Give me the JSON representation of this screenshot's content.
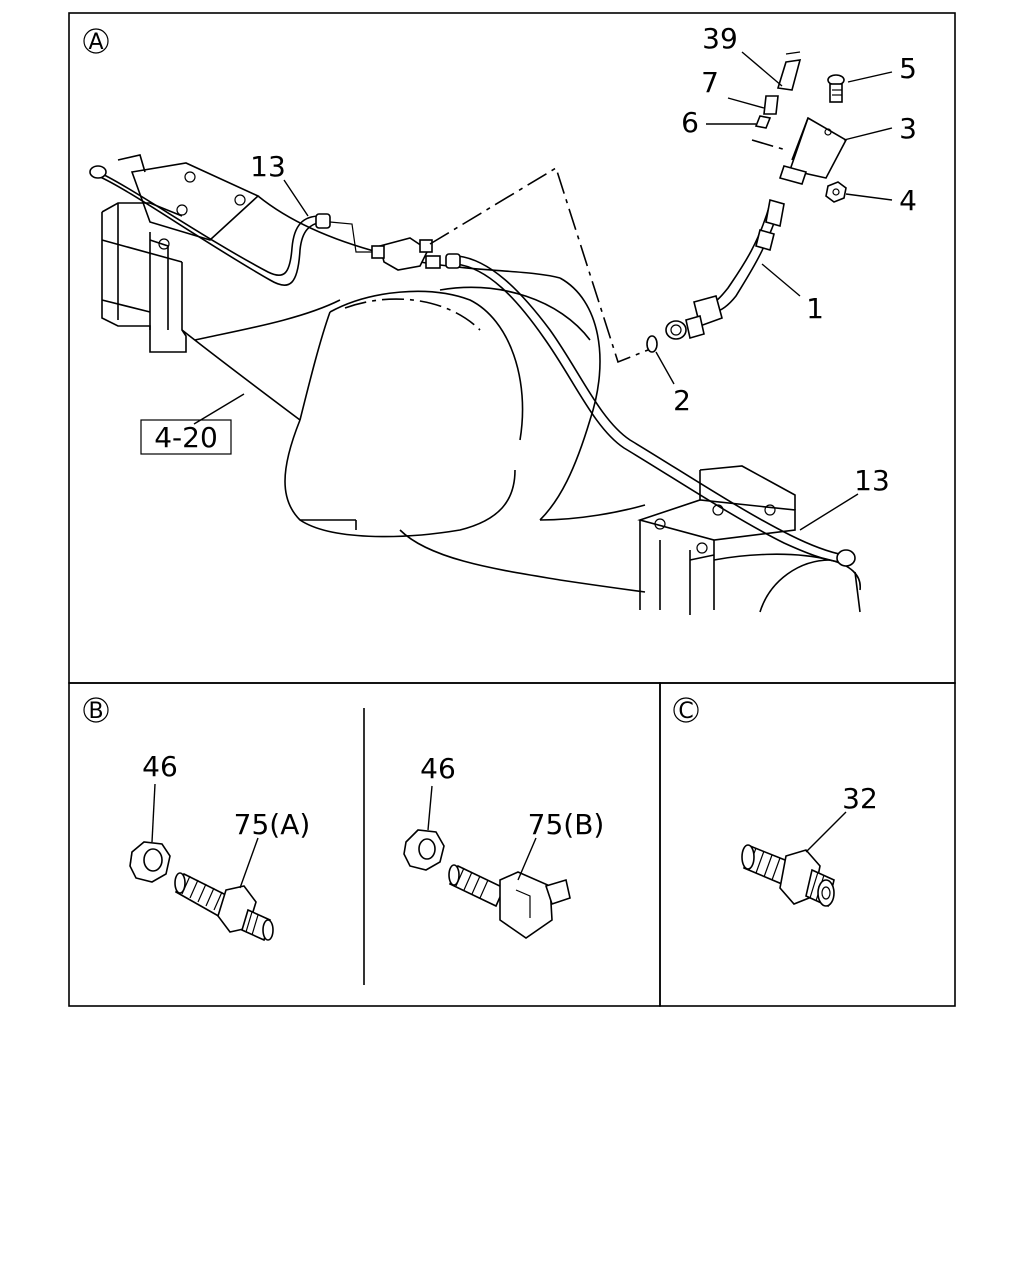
{
  "panels": {
    "a": {
      "marker": "A"
    },
    "b": {
      "marker": "B"
    },
    "c": {
      "marker": "C"
    }
  },
  "callouts": {
    "c39": "39",
    "c5": "5",
    "c7": "7",
    "c6": "6",
    "c3": "3",
    "c4": "4",
    "c13a": "13",
    "c13b": "13",
    "c1": "1",
    "c2": "2",
    "ref": "4-20",
    "c46a": "46",
    "c75a": "75(A)",
    "c46b": "46",
    "c75b": "75(B)",
    "c32": "32"
  }
}
